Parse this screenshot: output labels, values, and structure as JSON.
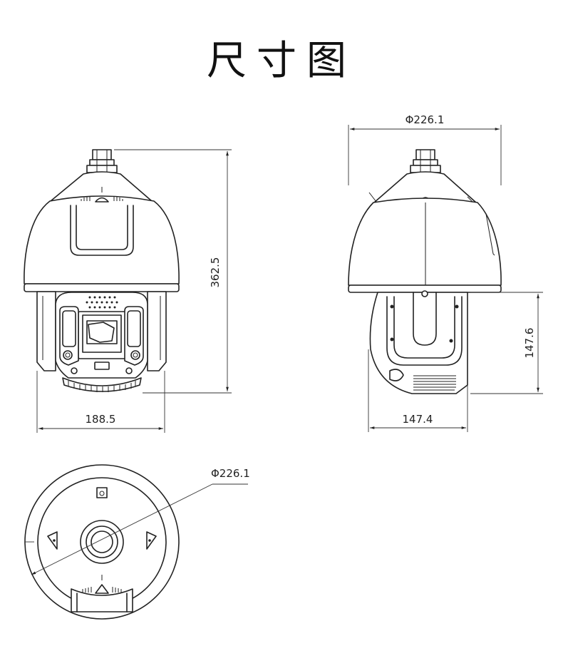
{
  "title": "尺寸图",
  "dimensions": {
    "front_height": "362.5",
    "front_width": "188.5",
    "side_diameter": "Φ226.1",
    "side_bracket_height": "147.6",
    "side_bracket_width": "147.4",
    "bottom_diameter": "Φ226.1"
  }
}
